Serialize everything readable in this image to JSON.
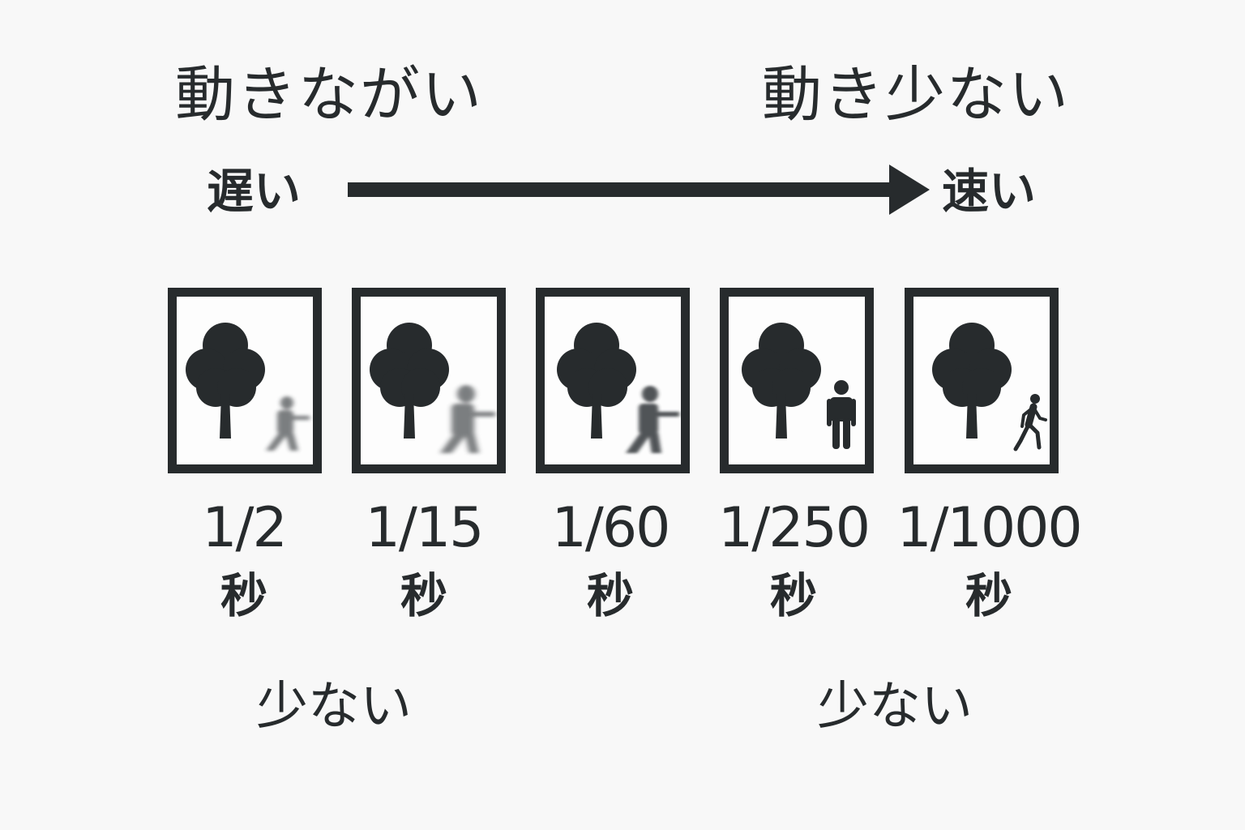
{
  "headings": {
    "left": "動きながい",
    "right": "動き少ない"
  },
  "speed_axis": {
    "slow_label": "遅い",
    "fast_label": "速い",
    "arrow_direction": "right"
  },
  "frames": [
    {
      "shutter": "1/2",
      "unit": "秒",
      "person": "blurred-runner",
      "blur": 6
    },
    {
      "shutter": "1/15",
      "unit": "秒",
      "person": "blurred-runner",
      "blur": 5
    },
    {
      "shutter": "1/60",
      "unit": "秒",
      "person": "blurred-runner",
      "blur": 3
    },
    {
      "shutter": "1/250",
      "unit": "秒",
      "person": "standing-person",
      "blur": 0
    },
    {
      "shutter": "1/1000",
      "unit": "秒",
      "person": "walking-person",
      "blur": 0
    }
  ],
  "bottom_labels": {
    "left": "少ない",
    "right": "少ない"
  },
  "colors": {
    "ink": "#272b2d",
    "background": "#f8f8f8"
  }
}
